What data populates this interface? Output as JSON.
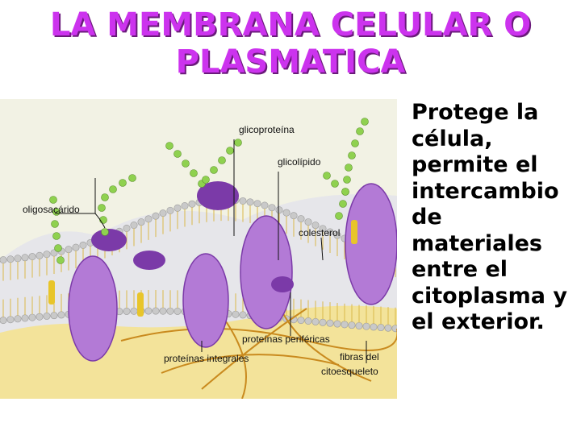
{
  "title": {
    "line1": "LA MEMBRANA CELULAR O",
    "line2": "PLASMATICA",
    "color": "#CC33EE",
    "shadow_color": "#6a1a7a"
  },
  "diagram": {
    "labels": {
      "glicoproteina": "glicoproteína",
      "glicolipido": "glicolípido",
      "oligosacarido": "oligosacárido",
      "colesterol": "colesterol",
      "proteinas_perifericas": "proteínas periféricas",
      "proteinas_integrales": "proteínas integrales",
      "fibras_line1": "fibras del",
      "fibras_line2": "citoesqueleto"
    },
    "colors": {
      "cytoplasm": "#f3e39a",
      "upper_bg": "#f2f2e4",
      "lipid_head": "#c9c9c9",
      "protein": "#b37ad6",
      "protein_dark": "#7b3aa8",
      "sugar": "#8fd14f",
      "cholesterol": "#e8c52a",
      "fiber": "#c98a1e"
    }
  },
  "description": {
    "lines": [
      "Protege la",
      "célula,",
      "permite el",
      "intercambio",
      "de",
      "materiales",
      "entre el",
      "citoplasma y",
      "el exterior."
    ]
  }
}
